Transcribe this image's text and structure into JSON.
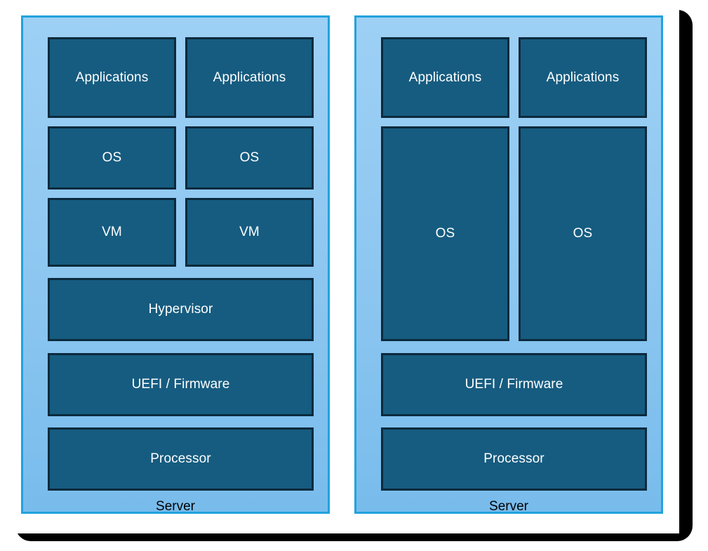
{
  "diagram": {
    "type": "architecture-stack-comparison",
    "colors": {
      "panel_fill": "#8cc6f0",
      "panel_border": "#21a3dd",
      "block_fill": "#165c80",
      "block_border": "#0c2a3d",
      "block_text": "#ffffff",
      "caption_text": "#000000",
      "page_background": "#ffffff",
      "shadow": "#000000"
    },
    "panels": [
      {
        "id": "virtualized",
        "caption": "Server",
        "columns": [
          {
            "id": "guest-1",
            "blocks": [
              {
                "id": "applications",
                "label": "Applications"
              },
              {
                "id": "os",
                "label": "OS"
              },
              {
                "id": "vm",
                "label": "VM"
              }
            ]
          },
          {
            "id": "guest-2",
            "blocks": [
              {
                "id": "applications",
                "label": "Applications"
              },
              {
                "id": "os",
                "label": "OS"
              },
              {
                "id": "vm",
                "label": "VM"
              }
            ]
          }
        ],
        "shared_layers": [
          {
            "id": "hypervisor",
            "label": "Hypervisor"
          },
          {
            "id": "uefi",
            "label": "UEFI / Firmware"
          },
          {
            "id": "processor",
            "label": "Processor"
          }
        ]
      },
      {
        "id": "bare-metal",
        "caption": "Server",
        "columns": [
          {
            "id": "instance-1",
            "blocks": [
              {
                "id": "applications",
                "label": "Applications"
              },
              {
                "id": "os",
                "label": "OS"
              }
            ]
          },
          {
            "id": "instance-2",
            "blocks": [
              {
                "id": "applications",
                "label": "Applications"
              },
              {
                "id": "os",
                "label": "OS"
              }
            ]
          }
        ],
        "shared_layers": [
          {
            "id": "uefi",
            "label": "UEFI / Firmware"
          },
          {
            "id": "processor",
            "label": "Processor"
          }
        ]
      }
    ]
  }
}
